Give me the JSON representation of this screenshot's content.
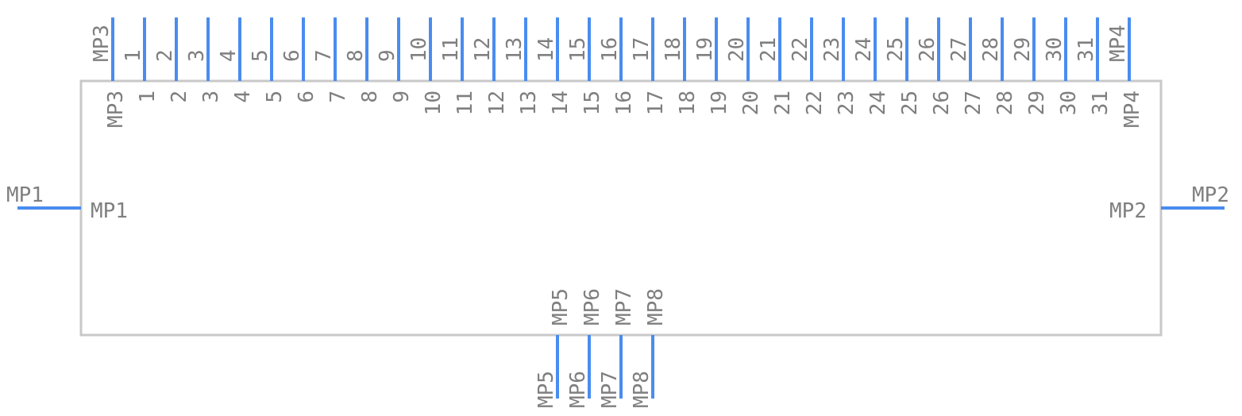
{
  "component": {
    "top_pins": [
      "MP3",
      "1",
      "2",
      "3",
      "4",
      "5",
      "6",
      "7",
      "8",
      "9",
      "10",
      "11",
      "12",
      "13",
      "14",
      "15",
      "16",
      "17",
      "18",
      "19",
      "20",
      "21",
      "22",
      "23",
      "24",
      "25",
      "26",
      "27",
      "28",
      "29",
      "30",
      "31",
      "MP4"
    ],
    "left_pin": "MP1",
    "right_pin": "MP2",
    "bottom_pins": [
      "MP5",
      "MP6",
      "MP7",
      "MP8"
    ]
  },
  "colors": {
    "pin": "#4a8cf0",
    "body": "#c8c8c8",
    "text": "#7f7f7f"
  }
}
